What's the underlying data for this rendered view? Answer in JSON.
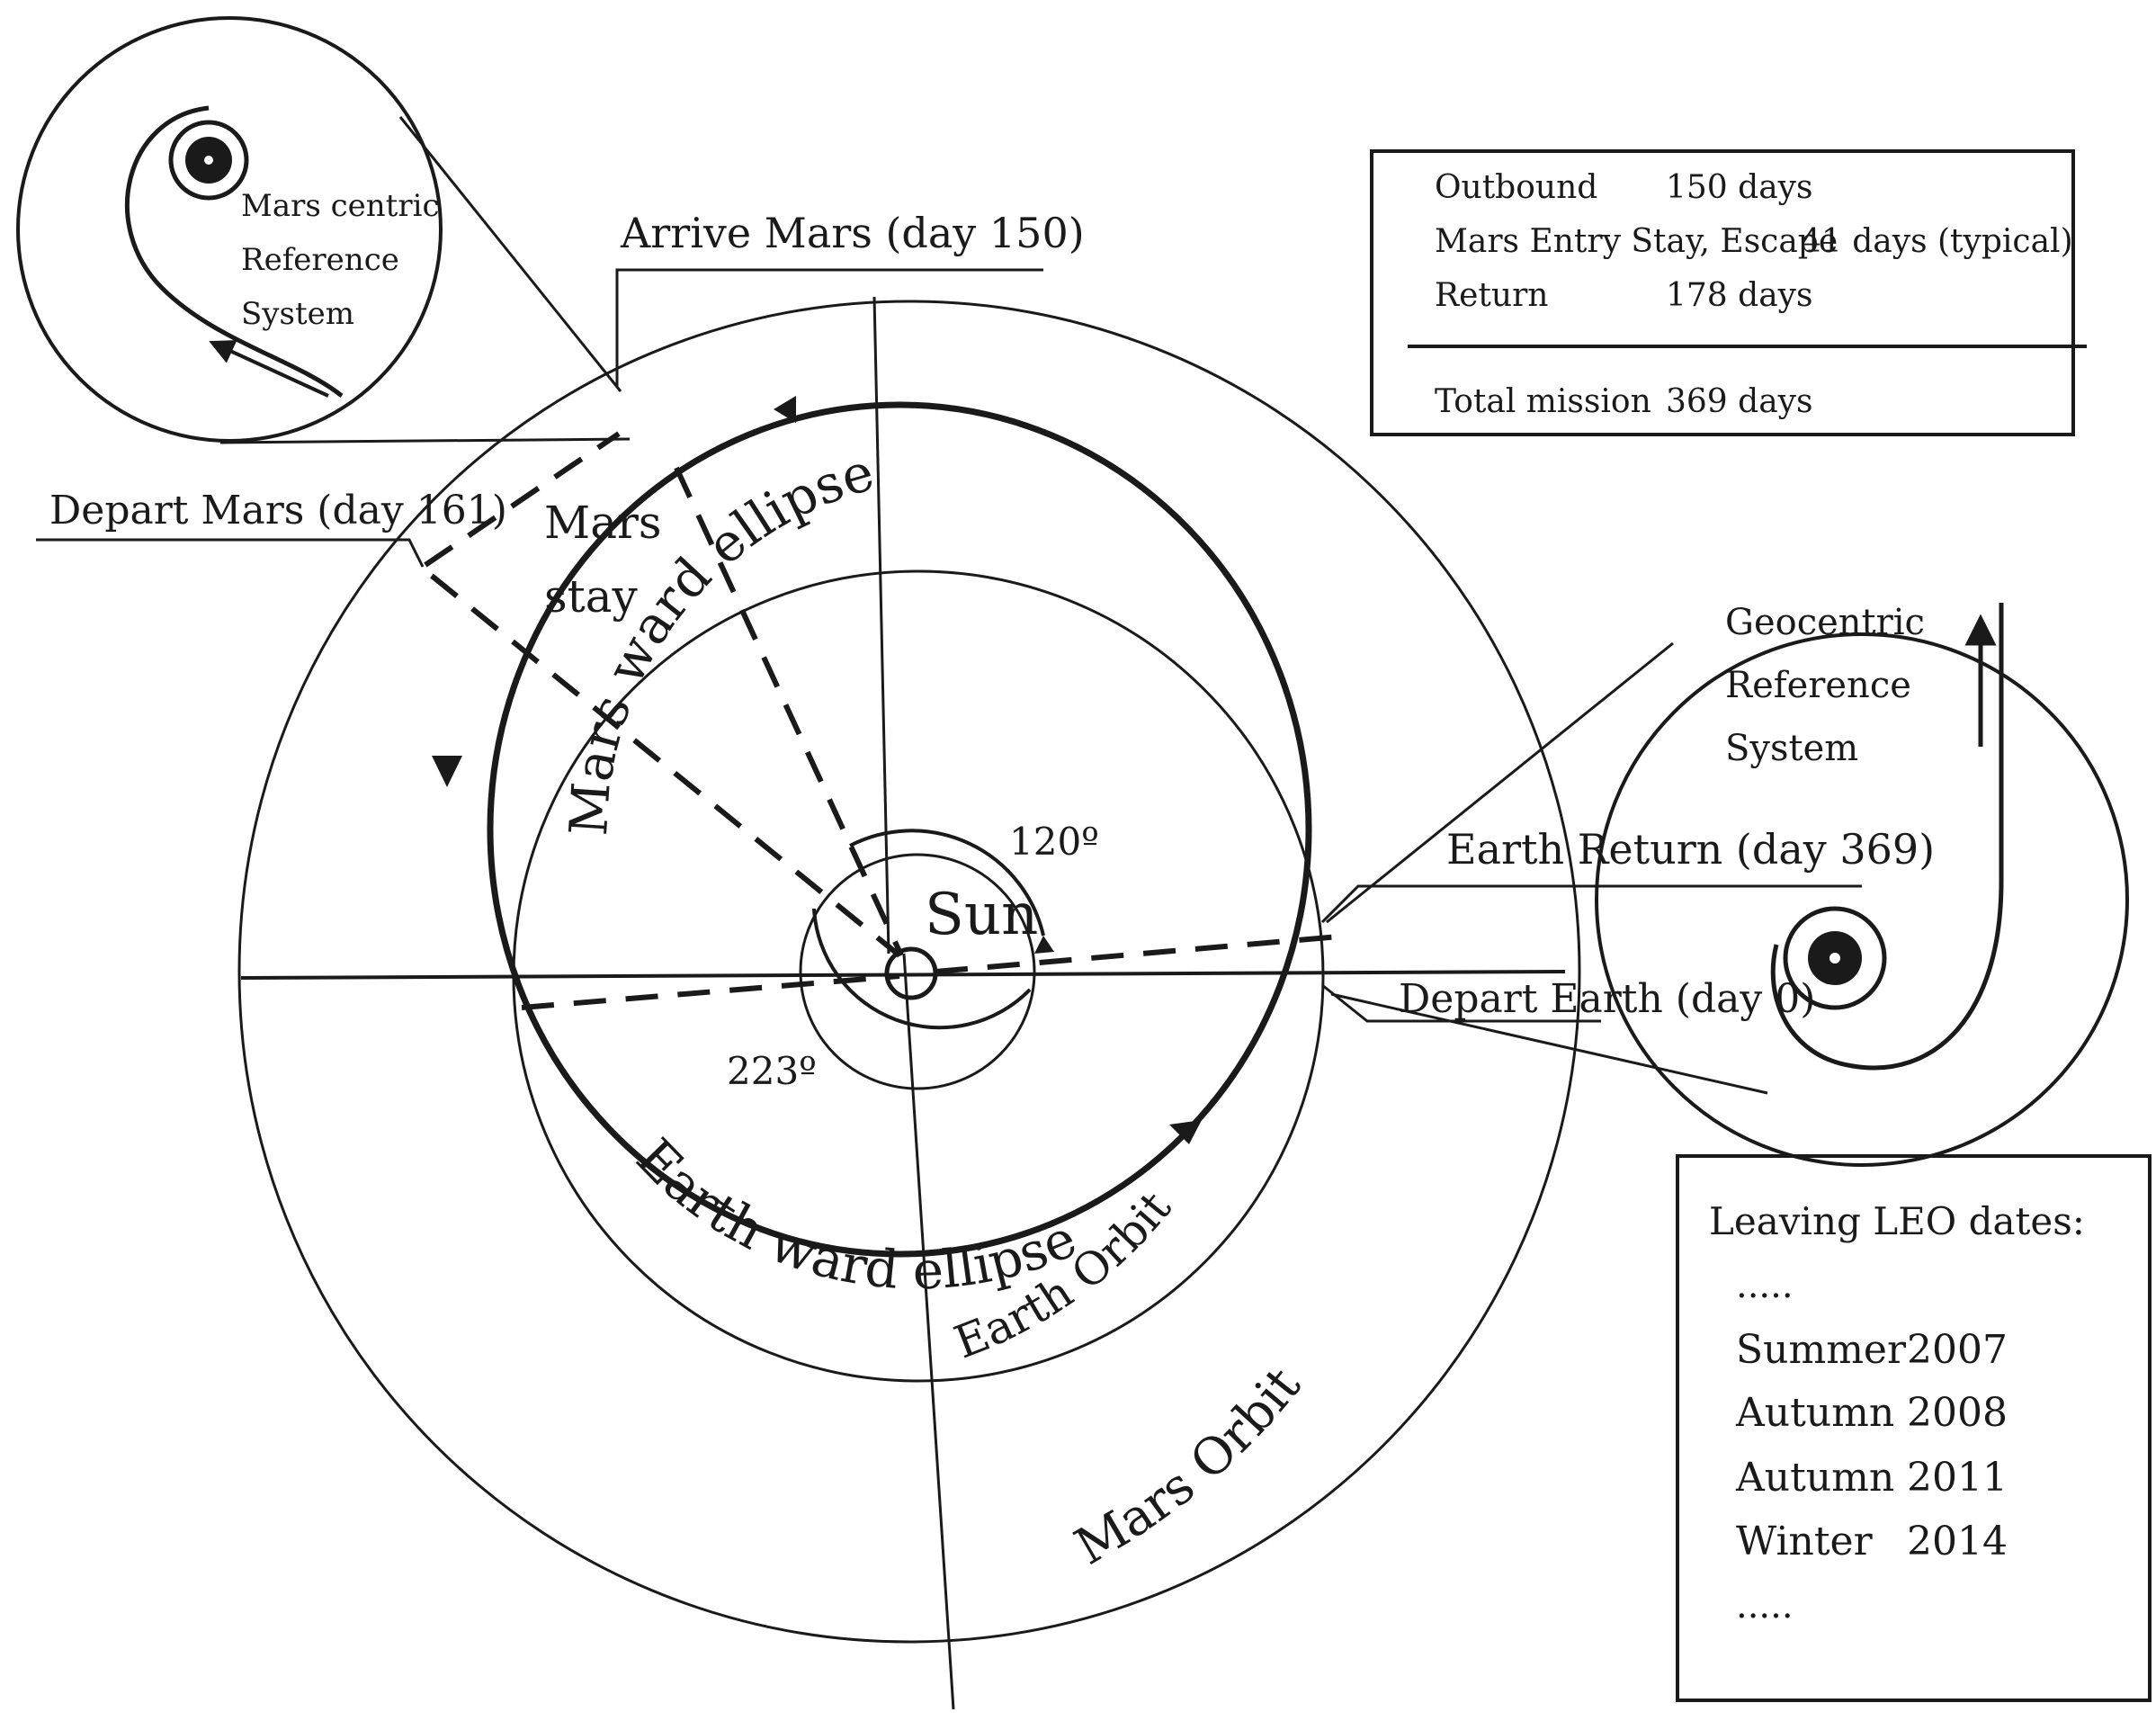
{
  "labels": {
    "arrive_mars": "Arrive Mars (day 150)",
    "depart_mars": "Depart Mars (day 161)",
    "mars_stay_line1": "Mars",
    "mars_stay_line2": "stay",
    "earth_return": "Earth Return (day 369)",
    "depart_earth": "Depart Earth (day 0)",
    "sun": "Sun",
    "angle_120": "120º",
    "angle_223": "223º",
    "mars_ward_ellipse": "Mars ward ellipse",
    "earth_ward_ellipse": "Earth ward ellipse",
    "earth_orbit": "Earth Orbit",
    "mars_orbit": "Mars Orbit"
  },
  "mars_inset": {
    "line1": "Mars centric",
    "line2": "Reference",
    "line3": "System"
  },
  "geo_inset": {
    "line1": "Geocentric",
    "line2": "Reference",
    "line3": "System"
  },
  "mission_table": {
    "rows": [
      {
        "label": "Outbound",
        "value": "150 days"
      },
      {
        "label": "Mars Entry Stay, Escape",
        "value": "41 days (typical)"
      },
      {
        "label": "Return",
        "value": "178 days"
      }
    ],
    "total_label": "Total mission",
    "total_value": "369 days"
  },
  "leo_dates": {
    "title": "Leaving LEO dates:",
    "ellipsis_top": ".....",
    "entries": [
      {
        "season": "Summer",
        "year": "2007"
      },
      {
        "season": "Autumn",
        "year": "2008"
      },
      {
        "season": "Autumn",
        "year": "2011"
      },
      {
        "season": "Winter",
        "year": "2014"
      }
    ],
    "ellipsis_bottom": "....."
  }
}
